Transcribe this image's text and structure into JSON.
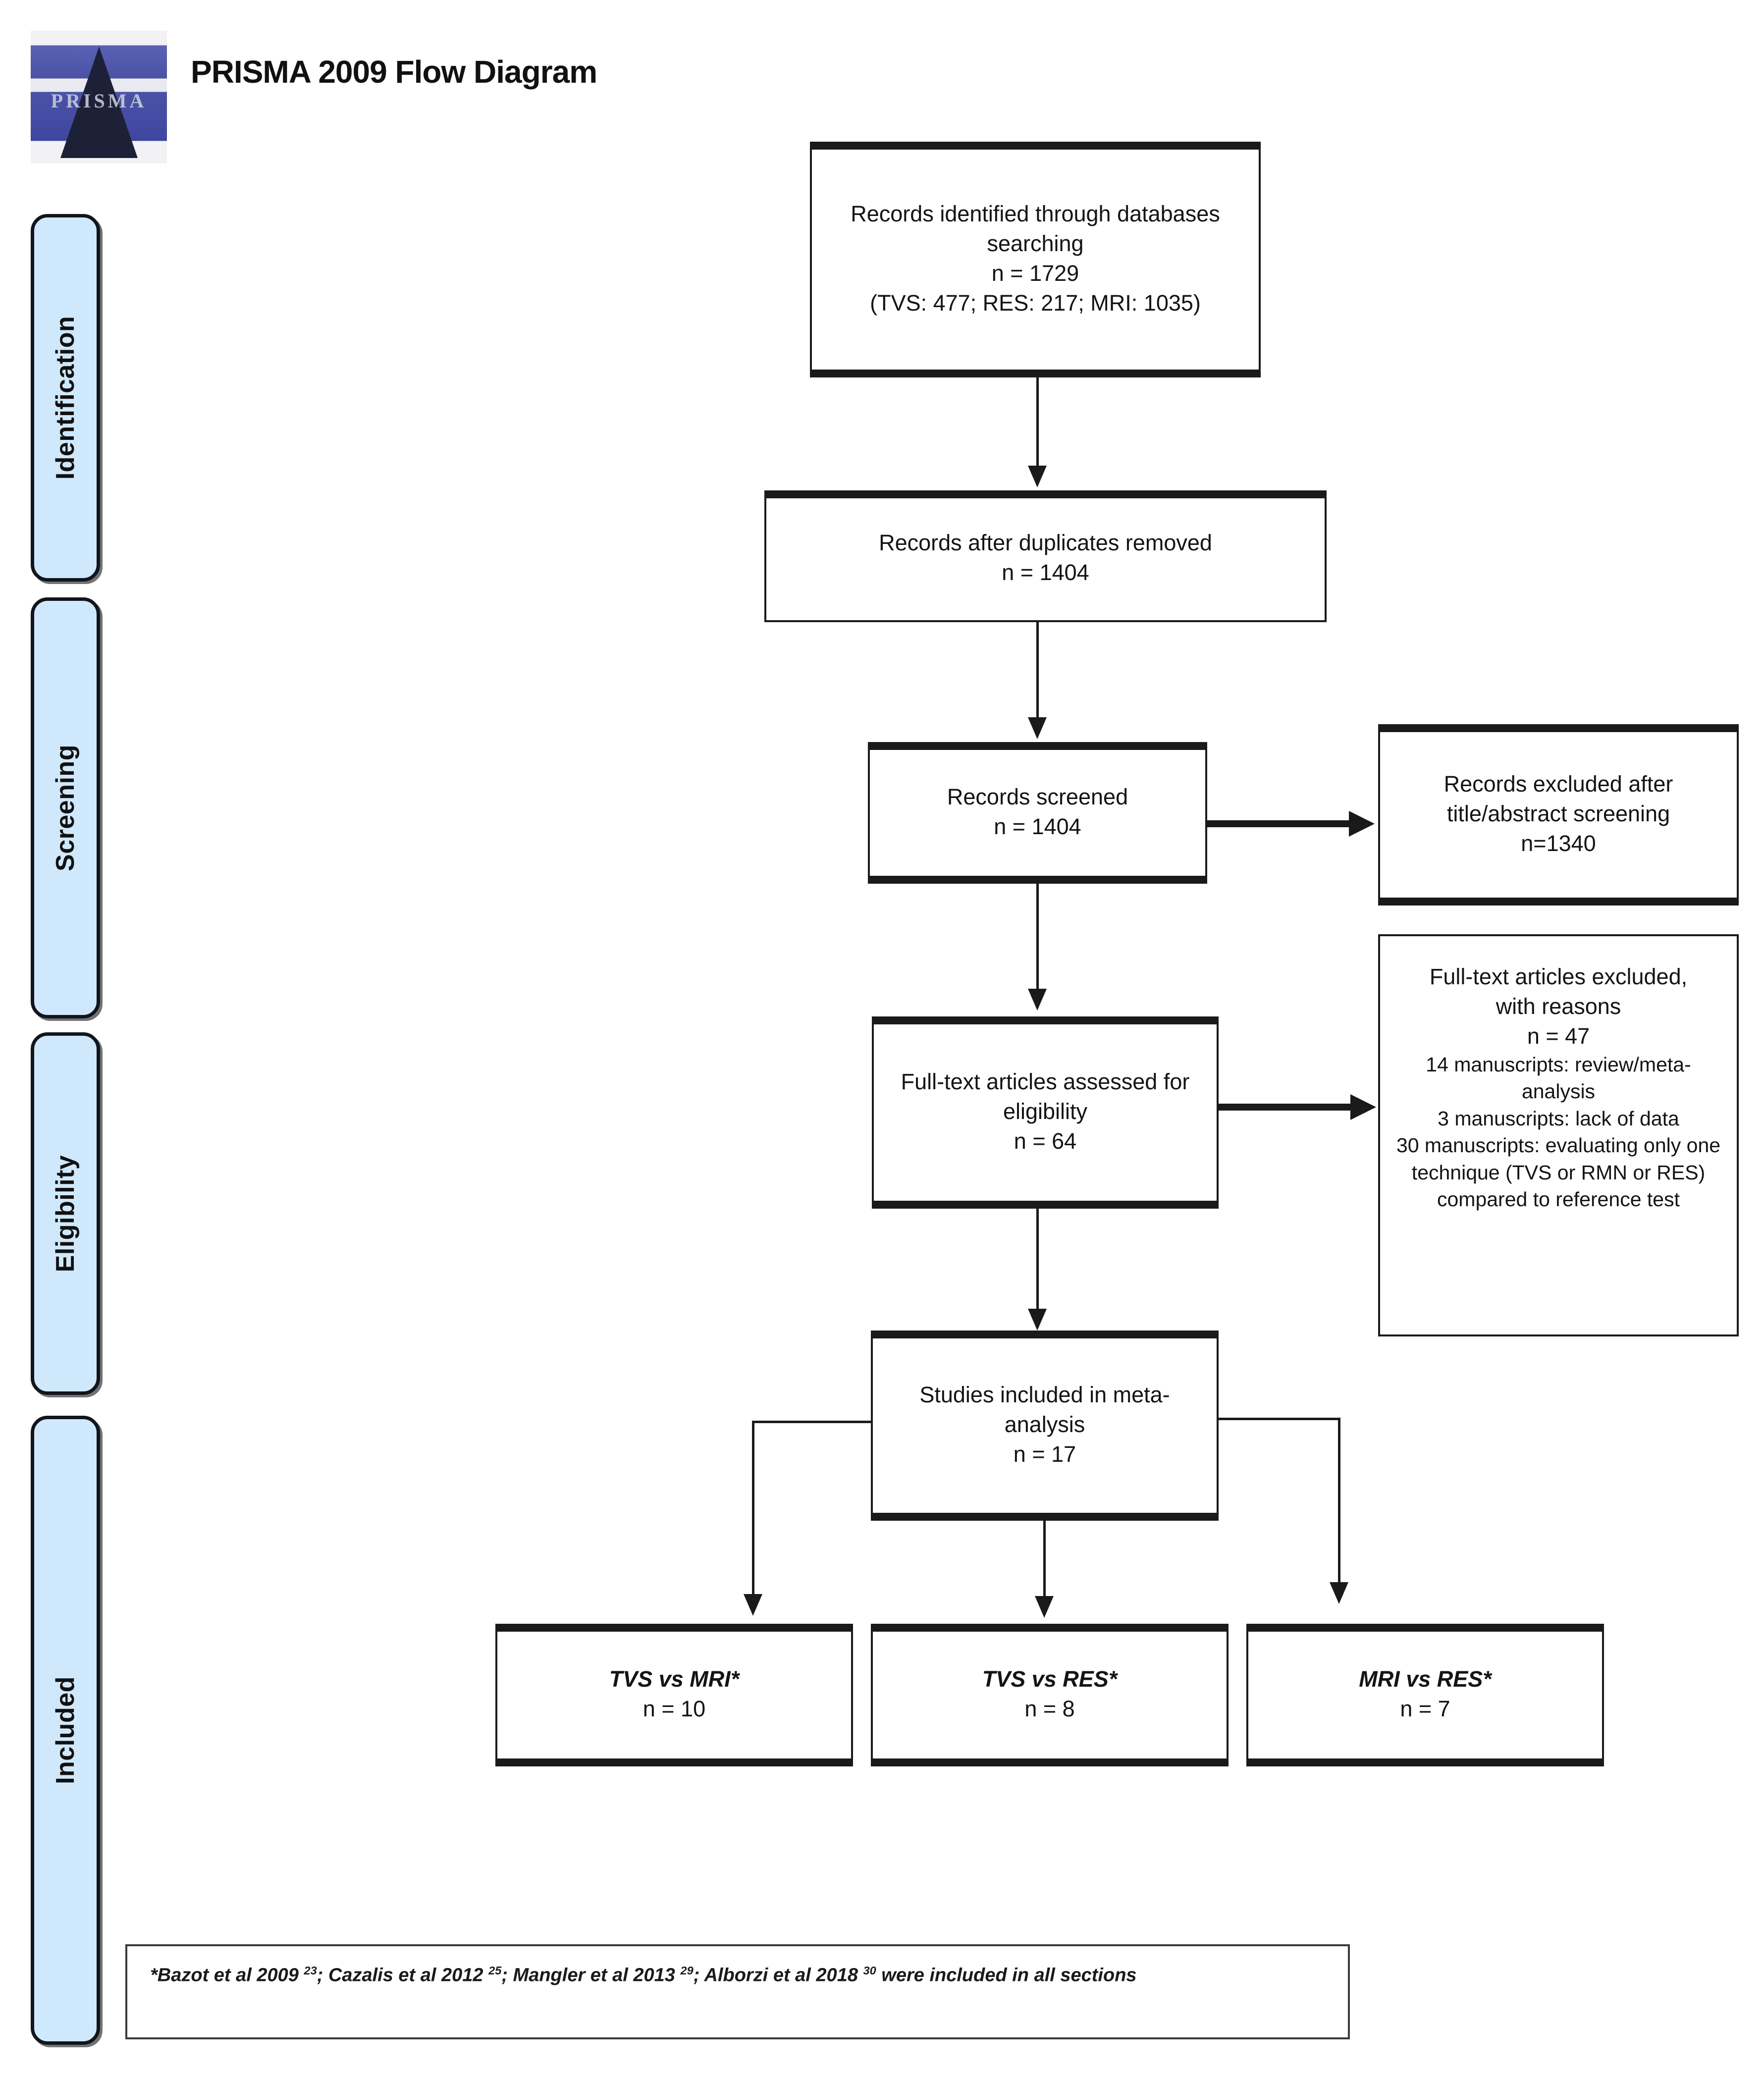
{
  "header": {
    "title": "PRISMA 2009 Flow Diagram",
    "logo_word": "PRISMA",
    "logo_icon": "prisma-pyramid-logo"
  },
  "stages": [
    {
      "id": "identification",
      "label": "Identification"
    },
    {
      "id": "screening",
      "label": "Screening"
    },
    {
      "id": "eligibility",
      "label": "Eligibility"
    },
    {
      "id": "included",
      "label": "Included"
    }
  ],
  "boxes": {
    "identified": {
      "line1": "Records identified through databases",
      "line2": "searching",
      "line3": "n = 1729",
      "line4": "(TVS: 477; RES: 217; MRI: 1035)"
    },
    "duplicates_removed": {
      "line1": "Records after duplicates removed",
      "line2": "n = 1404"
    },
    "screened": {
      "line1": "Records screened",
      "line2": "n = 1404"
    },
    "excluded_screening": {
      "line1": "Records excluded after",
      "line2": "title/abstract screening",
      "line3": "n=1340"
    },
    "fulltext_assessed": {
      "line1": "Full-text articles assessed for",
      "line2": "eligibility",
      "line3": "n = 64"
    },
    "fulltext_excluded": {
      "line1": "Full-text articles excluded,",
      "line2": "with reasons",
      "line3": "n = 47",
      "line4": "14 manuscripts: review/meta-",
      "line5": "analysis",
      "line6": "3 manuscripts: lack of data",
      "line7": "30 manuscripts: evaluating only one",
      "line8": "technique (TVS or RMN or RES)",
      "line9": "compared to reference test"
    },
    "included_meta": {
      "line1": "Studies included in meta-",
      "line2": "analysis",
      "line3": "n = 17"
    },
    "tvs_vs_mri": {
      "line1": "TVS vs MRI*",
      "line2": "n = 10"
    },
    "tvs_vs_res": {
      "line1": "TVS vs RES*",
      "line2": "n = 8"
    },
    "mri_vs_res": {
      "line1": "MRI vs RES*",
      "line2": "n = 7"
    }
  },
  "footnote": {
    "prefix": "*",
    "ref1_name": "Bazot et al 2009 ",
    "ref1_sup": "23",
    "sep1": "; ",
    "ref2_name": "Cazalis et al 2012 ",
    "ref2_sup": "25",
    "sep2": "; ",
    "ref3_name": "Mangler et al 2013 ",
    "ref3_sup": "29",
    "sep3": "; ",
    "ref4_name": "Alborzi et al 2018 ",
    "ref4_sup": "30",
    "suffix": " were included in all sections"
  },
  "colors": {
    "stage_tab_fill": "#cfe8fb",
    "stage_tab_border": "#12151c",
    "box_border": "#1a1a1a",
    "text": "#141414",
    "background": "#ffffff"
  }
}
